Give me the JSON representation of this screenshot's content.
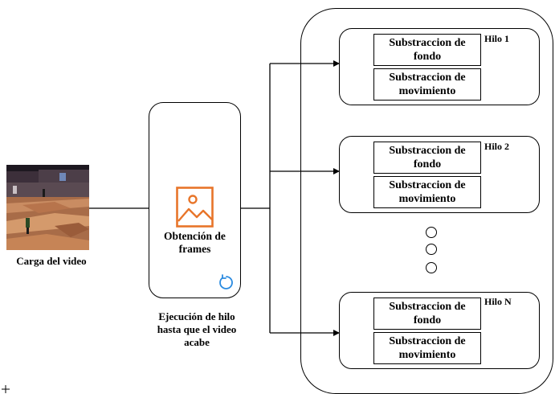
{
  "source": {
    "caption": "Carga del video"
  },
  "frames": {
    "label_line1": "Obtención de",
    "label_line2": "frames",
    "icon": "image-icon",
    "loop_icon": "refresh-icon",
    "accent_color": "#e8752a",
    "loop_color": "#2b8be0"
  },
  "loop_caption": {
    "line1": "Ejecución de hilo",
    "line2": "hasta que el video",
    "line3": "acabe"
  },
  "threads": [
    {
      "name": "Hilo 1",
      "step1_line1": "Substraccion de",
      "step1_line2": "fondo",
      "step2_line1": "Substraccion de",
      "step2_line2": "movimiento"
    },
    {
      "name": "Hilo 2",
      "step1_line1": "Substraccion de",
      "step1_line2": "fondo",
      "step2_line1": "Substraccion de",
      "step2_line2": "movimiento"
    },
    {
      "name": "Hilo N",
      "step1_line1": "Substraccion de",
      "step1_line2": "fondo",
      "step2_line1": "Substraccion de",
      "step2_line2": "movimiento"
    }
  ],
  "ellipsis": {
    "count": 3
  }
}
